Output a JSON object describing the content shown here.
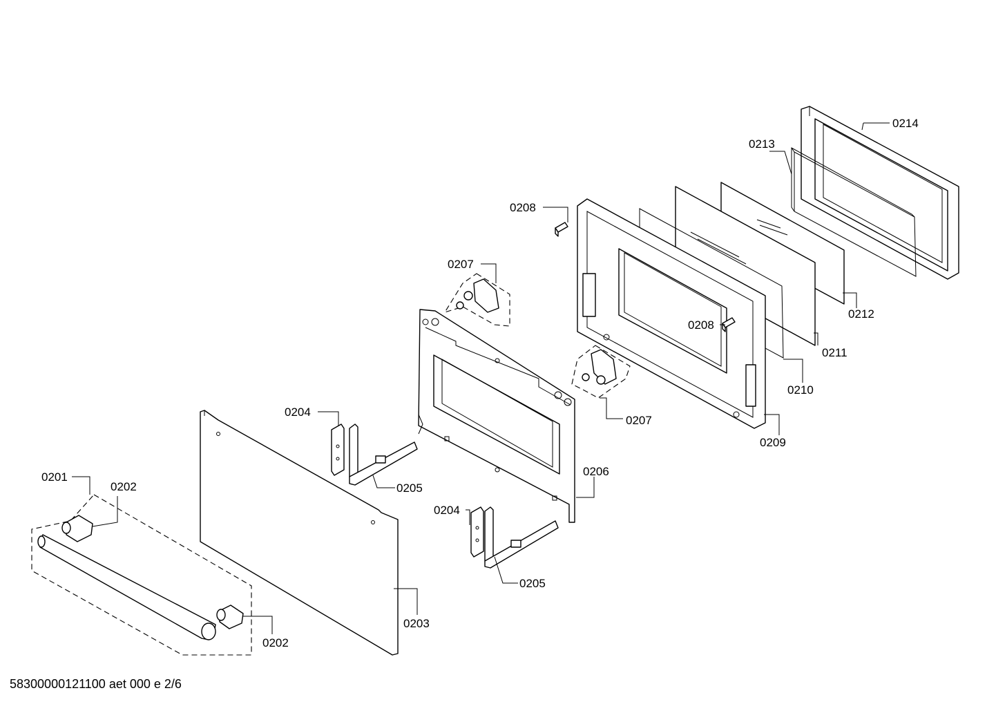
{
  "labels": {
    "l0201": "0201",
    "l0202a": "0202",
    "l0202b": "0202",
    "l0203": "0203",
    "l0204a": "0204",
    "l0204b": "0204",
    "l0205a": "0205",
    "l0205b": "0205",
    "l0206": "0206",
    "l0207a": "0207",
    "l0207b": "0207",
    "l0208a": "0208",
    "l0208b": "0208",
    "l0209": "0209",
    "l0210": "0210",
    "l0211": "0211",
    "l0212": "0212",
    "l0213": "0213",
    "l0214": "0214"
  },
  "footer": "58300000121100 aet 000 e 2/6"
}
